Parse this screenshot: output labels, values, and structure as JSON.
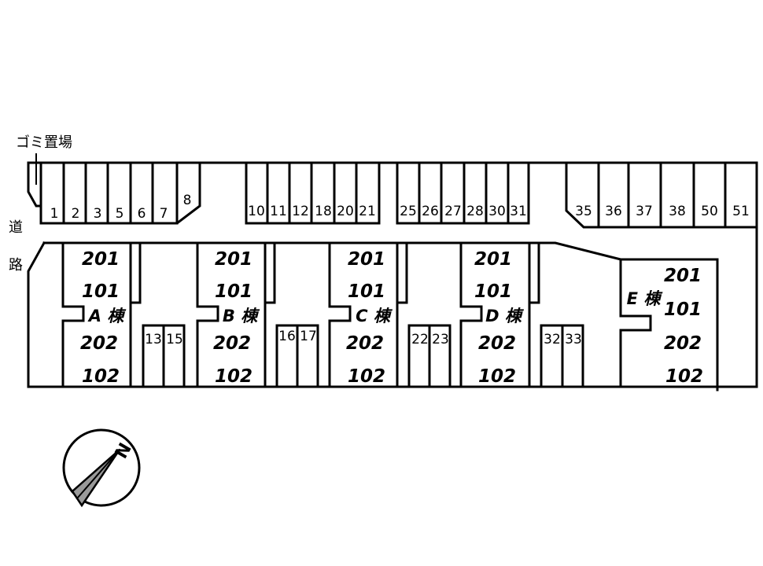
{
  "labels": {
    "garbage": "ゴミ置場",
    "road_1": "道",
    "road_2": "路"
  },
  "compass": {
    "north": "N"
  },
  "parking_top": [
    "1",
    "2",
    "3",
    "5",
    "6",
    "7",
    "8",
    "10",
    "11",
    "12",
    "18",
    "20",
    "21",
    "25",
    "26",
    "27",
    "28",
    "30",
    "31",
    "35",
    "36",
    "37",
    "38",
    "50",
    "51"
  ],
  "parking_bottom": [
    "13",
    "15",
    "16",
    "17",
    "22",
    "23",
    "32",
    "33"
  ],
  "buildings": [
    {
      "name": "A 棟",
      "units": [
        "201",
        "101",
        "202",
        "102"
      ]
    },
    {
      "name": "B 棟",
      "units": [
        "201",
        "101",
        "202",
        "102"
      ]
    },
    {
      "name": "C 棟",
      "units": [
        "201",
        "101",
        "202",
        "102"
      ]
    },
    {
      "name": "D 棟",
      "units": [
        "201",
        "101",
        "202",
        "102"
      ]
    },
    {
      "name": "E 棟",
      "units": [
        "201",
        "101",
        "202",
        "102"
      ]
    }
  ]
}
